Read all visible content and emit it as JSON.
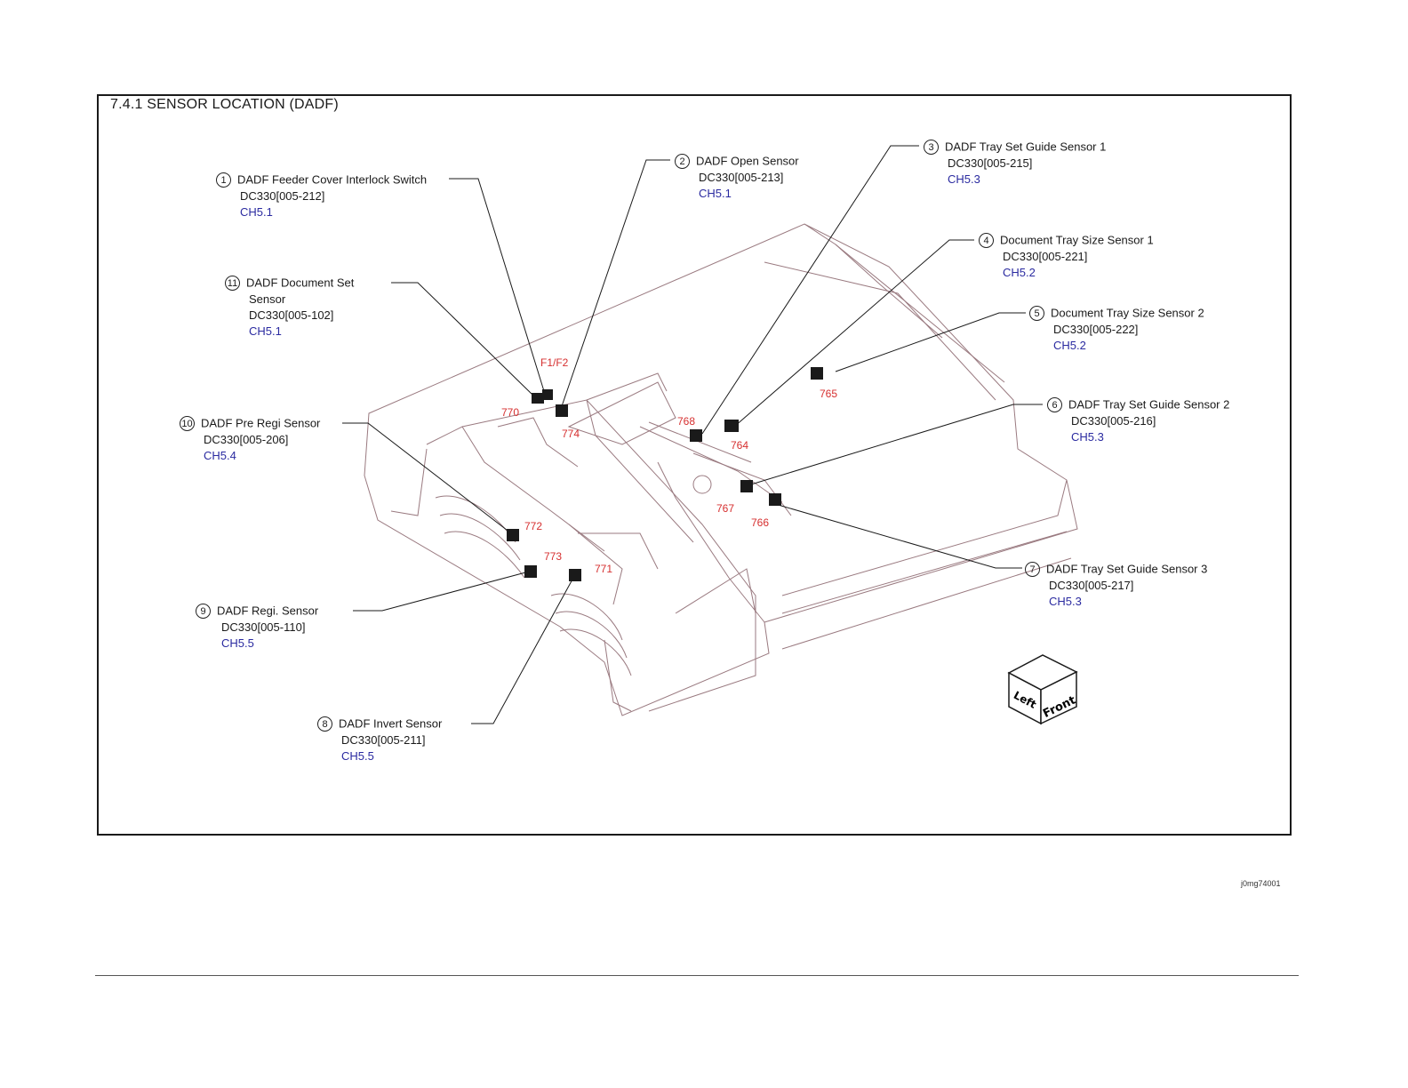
{
  "title": "7.4.1 SENSOR LOCATION (DADF)",
  "callouts": [
    {
      "num": "1",
      "name": "DADF Feeder Cover Interlock Switch",
      "code": "DC330[005-212]",
      "ch": "CH5.1"
    },
    {
      "num": "2",
      "name": "DADF Open Sensor",
      "code": "DC330[005-213]",
      "ch": "CH5.1"
    },
    {
      "num": "3",
      "name": "DADF Tray Set Guide Sensor 1",
      "code": "DC330[005-215]",
      "ch": "CH5.3"
    },
    {
      "num": "4",
      "name": "Document Tray Size Sensor 1",
      "code": "DC330[005-221]",
      "ch": "CH5.2"
    },
    {
      "num": "5",
      "name": "Document Tray Size Sensor 2",
      "code": "DC330[005-222]",
      "ch": "CH5.2"
    },
    {
      "num": "6",
      "name": "DADF Tray Set Guide Sensor 2",
      "code": "DC330[005-216]",
      "ch": "CH5.3"
    },
    {
      "num": "7",
      "name": "DADF Tray Set Guide Sensor 3",
      "code": "DC330[005-217]",
      "ch": "CH5.3"
    },
    {
      "num": "8",
      "name": "DADF Invert Sensor",
      "code": "DC330[005-211]",
      "ch": "CH5.5"
    },
    {
      "num": "9",
      "name": "DADF Regi. Sensor",
      "code": "DC330[005-110]",
      "ch": "CH5.5"
    },
    {
      "num": "10",
      "name": "DADF Pre Regi Sensor",
      "code": "DC330[005-206]",
      "ch": "CH5.4"
    },
    {
      "num": "11",
      "name": "DADF Document Set",
      "name2": "Sensor",
      "code": "DC330[005-102]",
      "ch": "CH5.1"
    }
  ],
  "tags": [
    "F1/F2",
    "770",
    "774",
    "768",
    "764",
    "765",
    "767",
    "766",
    "772",
    "773",
    "771"
  ],
  "cube": {
    "left": "Left",
    "front": "Front"
  },
  "figure_id": "j0mg74001"
}
